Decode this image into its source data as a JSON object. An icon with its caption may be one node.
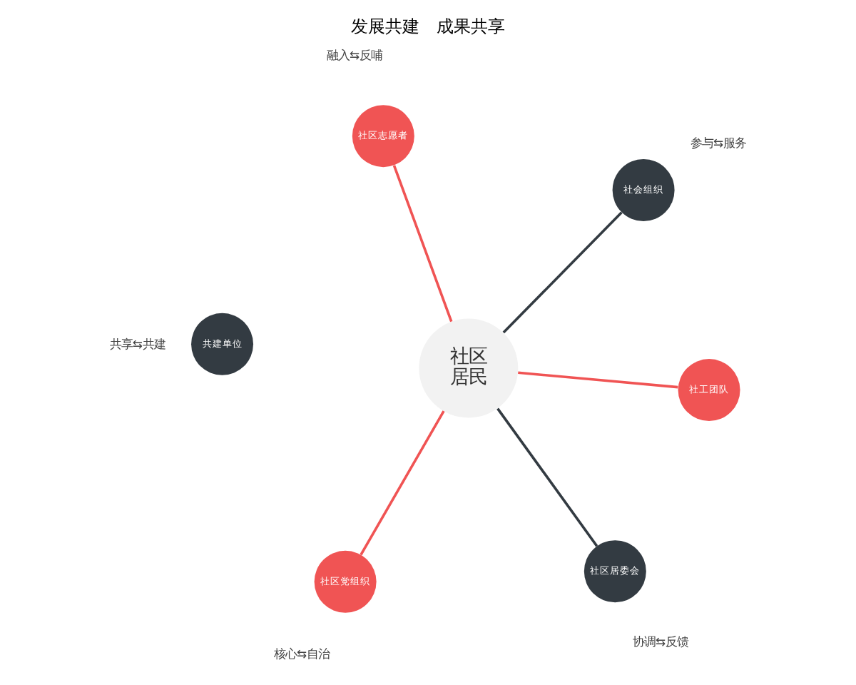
{
  "diagram": {
    "title": "发展共建　成果共享",
    "nodes": [
      {
        "text": [
          "社区居民"
        ]
      },
      {
        "text": [
          "社区党组织"
        ],
        "beside": [
          "核心⇆自治"
        ]
      },
      {
        "text": [
          "共建单位"
        ],
        "beside": [
          "共享⇆共建"
        ]
      },
      {
        "text": [
          "社区居委会"
        ],
        "beside": [
          "协调⇆反馈"
        ]
      },
      {
        "text": [
          "社区志愿者"
        ],
        "beside": [
          "融入⇆反哺"
        ]
      },
      {
        "text": [
          "社工团队"
        ]
      },
      {
        "text": [
          "社会组织"
        ],
        "beside": [
          "参与⇆服务"
        ]
      }
    ],
    "edges": [
      {
        "from": 0,
        "to": 1,
        "arrow": "none"
      },
      {
        "from": 0,
        "to": 3,
        "arrow": "none",
        "color": "#333b42"
      },
      {
        "from": 0,
        "to": 5,
        "arrow": "none"
      },
      {
        "from": 0,
        "to": 6,
        "arrow": "none",
        "color": "#333b42"
      },
      {
        "from": 0,
        "to": 4,
        "arrow": "none"
      }
    ]
  }
}
